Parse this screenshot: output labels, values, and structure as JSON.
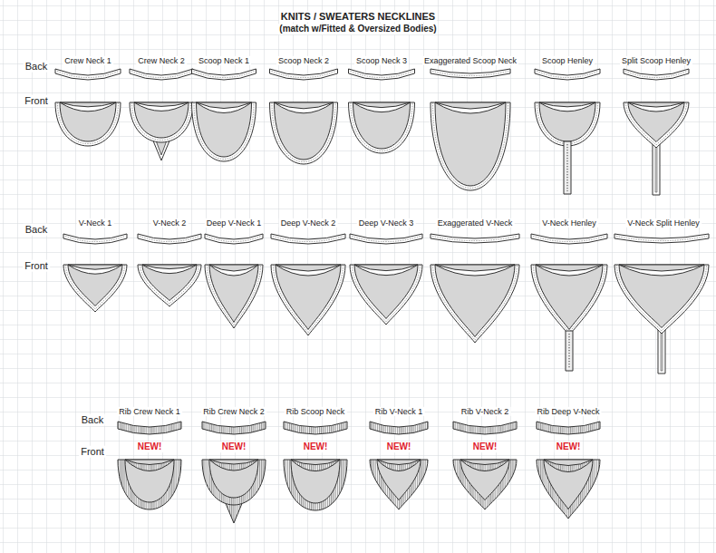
{
  "diagram": {
    "title": "KNITS / SWEATERS NECKLINES",
    "labels": [
      "(match w/Fitted & Oversized Bodies)",
      "Back",
      "Front",
      "Crew Neck 1",
      "Crew Neck 2",
      "Scoop Neck 1",
      "Scoop Neck 2",
      "Scoop Neck 3",
      "Exaggerated Scoop Neck",
      "Scoop Henley",
      "Split Scoop Henley",
      "Back",
      "Front",
      "V-Neck 1",
      "V-Neck 2",
      "Deep V-Neck 1",
      "Deep V-Neck 2",
      "Deep V-Neck 3",
      "Exaggerated V-Neck",
      "V-Neck Henley",
      "V-Neck Split Henley",
      "Back",
      "Front",
      "Rib Crew Neck 1",
      "Rib Crew Neck 2",
      "Rib Scoop Neck",
      "Rib V-Neck 1",
      "Rib V-Neck 2",
      "Rib Deep V-Neck",
      "NEW!",
      "NEW!",
      "NEW!",
      "NEW!",
      "NEW!",
      "NEW!"
    ]
  }
}
